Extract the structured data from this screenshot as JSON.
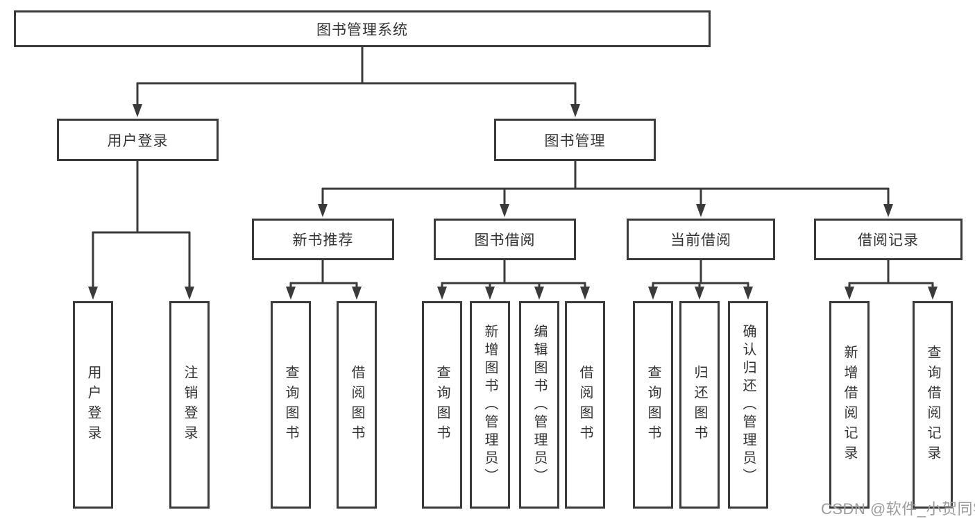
{
  "diagram": {
    "title": "图书管理系统",
    "branches": [
      {
        "label": "用户登录",
        "children": [
          {
            "label": "用户登录"
          },
          {
            "label": "注销登录"
          }
        ]
      },
      {
        "label": "图书管理",
        "children": [
          {
            "label": "新书推荐",
            "children": [
              {
                "label": "查询图书"
              },
              {
                "label": "借阅图书"
              }
            ]
          },
          {
            "label": "图书借阅",
            "children": [
              {
                "label": "查询图书"
              },
              {
                "label": "新增图书（管理员）"
              },
              {
                "label": "编辑图书（管理员）"
              },
              {
                "label": "借阅图书"
              }
            ]
          },
          {
            "label": "当前借阅",
            "children": [
              {
                "label": "查询图书"
              },
              {
                "label": "归还图书"
              },
              {
                "label": "确认归还（管理员）"
              }
            ]
          },
          {
            "label": "借阅记录",
            "children": [
              {
                "label": "新增借阅记录"
              },
              {
                "label": "查询借阅记录"
              }
            ]
          }
        ]
      }
    ]
  },
  "watermark": {
    "text": "CSDN @软件_小贺同学"
  },
  "colors": {
    "box_border": "#3a3a3a",
    "text": "#333333",
    "connector": "#3a3a3a",
    "watermark": "#9d9d9d",
    "background": "#ffffff"
  }
}
